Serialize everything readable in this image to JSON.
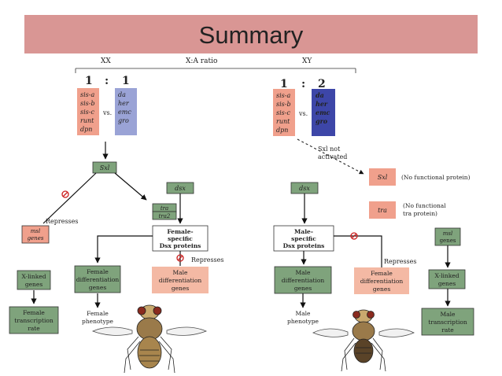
{
  "title": "Summary",
  "colors": {
    "banner": "#d99694",
    "pink_box": "#f0a08c",
    "green_box": "#7fa37c",
    "blue_box": "#9aa3d6",
    "dark_blue_box": "#3d46a8",
    "salmon_panel": "#f4b9a4",
    "inhibit": "#cc1f1f"
  },
  "header": {
    "xx": "XX",
    "ratio": "X:A ratio",
    "xy": "XY"
  },
  "female": {
    "ratio_left": "1",
    "ratio_colon": ":",
    "ratio_right": "1",
    "x_genes": [
      "sis-a",
      "sis-b",
      "sis-c",
      "runt",
      "dpn"
    ],
    "vs": "vs.",
    "a_genes": [
      "da",
      "her",
      "emc",
      "gro"
    ],
    "sxl": "Sxl",
    "represses_1": "Represses",
    "msl_genes": [
      "msl",
      "genes"
    ],
    "x_linked": [
      "X-linked",
      "genes"
    ],
    "transcription": [
      "Female",
      "transcription",
      "rate"
    ],
    "dsx": "dsx",
    "tra": "tra",
    "tra2": "tra2",
    "dsx_proteins": [
      "Female-",
      "specific",
      "Dsx proteins"
    ],
    "represses_2": "Represses",
    "female_diff": [
      "Female",
      "differentiation",
      "genes"
    ],
    "male_diff": [
      "Male",
      "differentiation",
      "genes"
    ],
    "phenotype": [
      "Female",
      "phenotype"
    ]
  },
  "male": {
    "ratio_left": "1",
    "ratio_colon": ":",
    "ratio_right": "2",
    "x_genes": [
      "sis-a",
      "sis-b",
      "sis-c",
      "runt",
      "dpn"
    ],
    "vs": "vs.",
    "a_genes": [
      "da",
      "her",
      "emc",
      "gro"
    ],
    "sxl_not": [
      "Sxl not",
      "activated"
    ],
    "sxl": "Sxl",
    "sxl_note": "(No functional protein)",
    "tra": "tra",
    "tra_note": [
      "(No functional",
      "tra protein)"
    ],
    "dsx": "dsx",
    "dsx_proteins": [
      "Male-",
      "specific",
      "Dsx proteins"
    ],
    "represses": "Represses",
    "female_diff": [
      "Female",
      "differentiation",
      "genes"
    ],
    "male_diff": [
      "Male",
      "differentiation",
      "genes"
    ],
    "phenotype": [
      "Male",
      "phenotype"
    ],
    "msl_genes": [
      "msl",
      "genes"
    ],
    "x_linked": [
      "X-linked",
      "genes"
    ],
    "transcription": [
      "Male",
      "transcription",
      "rate"
    ]
  }
}
